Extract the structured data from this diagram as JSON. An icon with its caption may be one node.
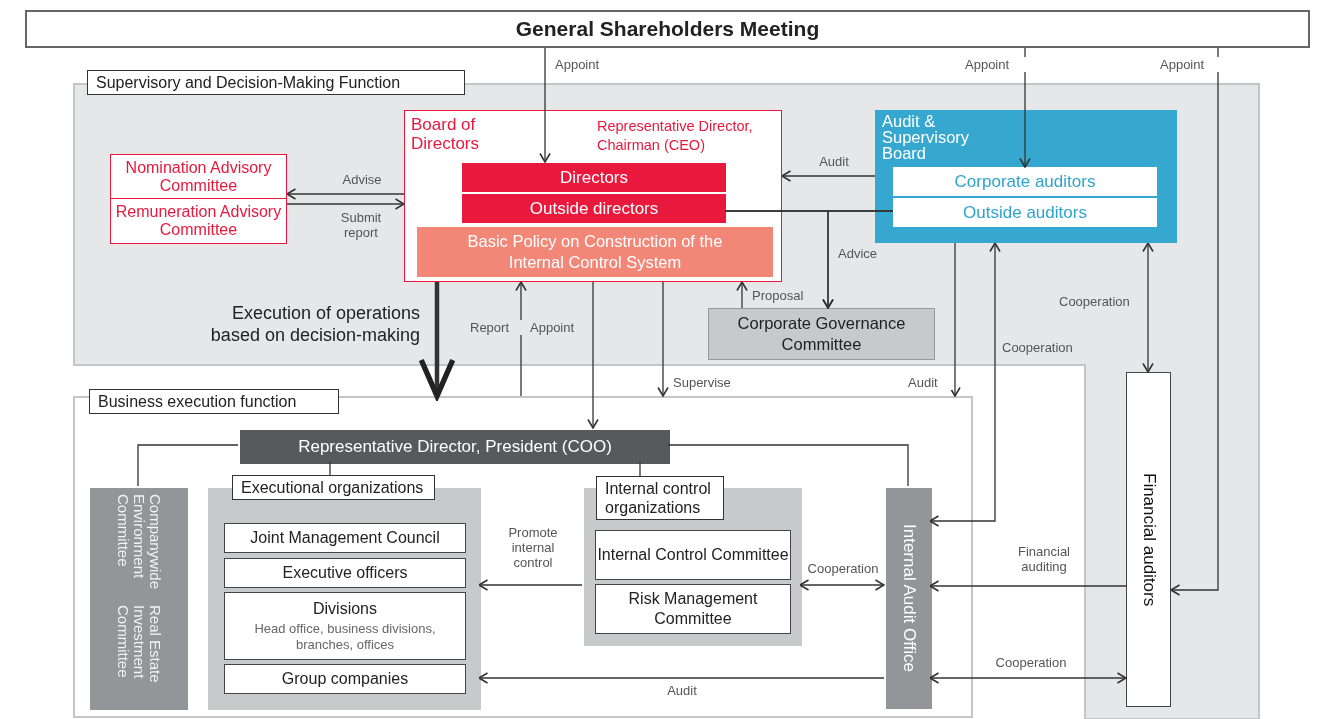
{
  "diagram": {
    "nodes": [
      {
        "text": [
          "General Shareholders Meeting"
        ]
      },
      {
        "text": [
          "Supervisory and Decision-Making Function"
        ]
      },
      {
        "text": [
          "Nomination Advisory Committee"
        ],
        "in": 1
      },
      {
        "text": [
          "Remuneration Advisory Committee"
        ],
        "in": 1
      },
      {
        "text": [
          "Board of Directors",
          "Representative Director, Chairman (CEO)"
        ],
        "in": 1
      },
      {
        "text": [
          "Directors"
        ],
        "in": 4
      },
      {
        "text": [
          "Outside directors"
        ],
        "in": 4
      },
      {
        "text": [
          "Basic Policy on Construction of the Internal Control System"
        ],
        "in": 4
      },
      {
        "text": [
          "Audit & Supervisory Board"
        ],
        "in": 1
      },
      {
        "text": [
          "Corporate auditors"
        ],
        "in": 8
      },
      {
        "text": [
          "Outside auditors"
        ],
        "in": 8
      },
      {
        "text": [
          "Corporate Governance Committee"
        ],
        "in": 1
      },
      {
        "text": [
          "Business execution function"
        ]
      },
      {
        "text": [
          "Representative Director, President (COO)"
        ],
        "in": 12
      },
      {
        "text": [
          "Companywide Environment Committee",
          "Real Estate Investment Committee"
        ],
        "in": 12
      },
      {
        "text": [
          "Executional organizations"
        ],
        "in": 12
      },
      {
        "text": [
          "Joint Management Council"
        ],
        "in": 15
      },
      {
        "text": [
          "Executive officers"
        ],
        "in": 15
      },
      {
        "text": [
          "Divisions",
          "Head office, business divisions, branches, offices"
        ],
        "in": 15
      },
      {
        "text": [
          "Group companies"
        ],
        "in": 15
      },
      {
        "text": [
          "Internal control organizations"
        ],
        "in": 12
      },
      {
        "text": [
          "Internal Control Committee"
        ],
        "in": 20
      },
      {
        "text": [
          "Risk Management Committee"
        ],
        "in": 20
      },
      {
        "text": [
          "Internal Audit Office"
        ],
        "in": 12
      },
      {
        "text": [
          "Financial auditors"
        ],
        "in": 1
      }
    ],
    "edges": [
      {
        "from": 0,
        "to": 5,
        "label": "Appoint",
        "arrow": "to"
      },
      {
        "from": 0,
        "to": 9,
        "label": "Appoint",
        "arrow": "to"
      },
      {
        "from": 0,
        "to": 24,
        "label": "Appoint",
        "arrow": "to"
      },
      {
        "from": 4,
        "to": 2,
        "label": "Advise",
        "arrow": "to"
      },
      {
        "from": 3,
        "to": 4,
        "label": "Submit report",
        "arrow": "to"
      },
      {
        "from": 8,
        "to": 4,
        "label": "Audit",
        "arrow": "to"
      },
      {
        "from": 6,
        "to": 10,
        "arrow": "none"
      },
      {
        "from": 6,
        "to": 11,
        "label": "Advice",
        "arrow": "to"
      },
      {
        "from": 10,
        "to": 11,
        "arrow": "to"
      },
      {
        "from": 11,
        "to": 4,
        "label": "Proposal",
        "arrow": "to"
      },
      {
        "from": 4,
        "to": 12,
        "label": "Execution of operations based on decision-making",
        "arrow": "to",
        "style": "thick"
      },
      {
        "from": 12,
        "to": 4,
        "label": "Report",
        "arrow": "to"
      },
      {
        "from": 4,
        "to": 13,
        "label": "Appoint",
        "arrow": "to"
      },
      {
        "from": 4,
        "to": 12,
        "label": "Supervise",
        "arrow": "to"
      },
      {
        "from": 8,
        "to": 12,
        "label": "Audit",
        "arrow": "to"
      },
      {
        "from": 23,
        "to": 8,
        "label": "Cooperation",
        "arrow": "both"
      },
      {
        "from": 8,
        "to": 24,
        "label": "Cooperation",
        "arrow": "both"
      },
      {
        "from": 13,
        "to": 14,
        "arrow": "none"
      },
      {
        "from": 13,
        "to": 15,
        "arrow": "none"
      },
      {
        "from": 13,
        "to": 20,
        "arrow": "none"
      },
      {
        "from": 13,
        "to": 23,
        "arrow": "none"
      },
      {
        "from": 20,
        "to": 15,
        "label": "Promote internal control",
        "arrow": "to"
      },
      {
        "from": 20,
        "to": 23,
        "label": "Cooperation",
        "arrow": "both"
      },
      {
        "from": 24,
        "to": 23,
        "label": "Financial auditing",
        "arrow": "to"
      },
      {
        "from": 23,
        "to": 15,
        "label": "Audit",
        "arrow": "to"
      },
      {
        "from": 23,
        "to": 24,
        "label": "Cooperation",
        "arrow": "both"
      }
    ]
  }
}
